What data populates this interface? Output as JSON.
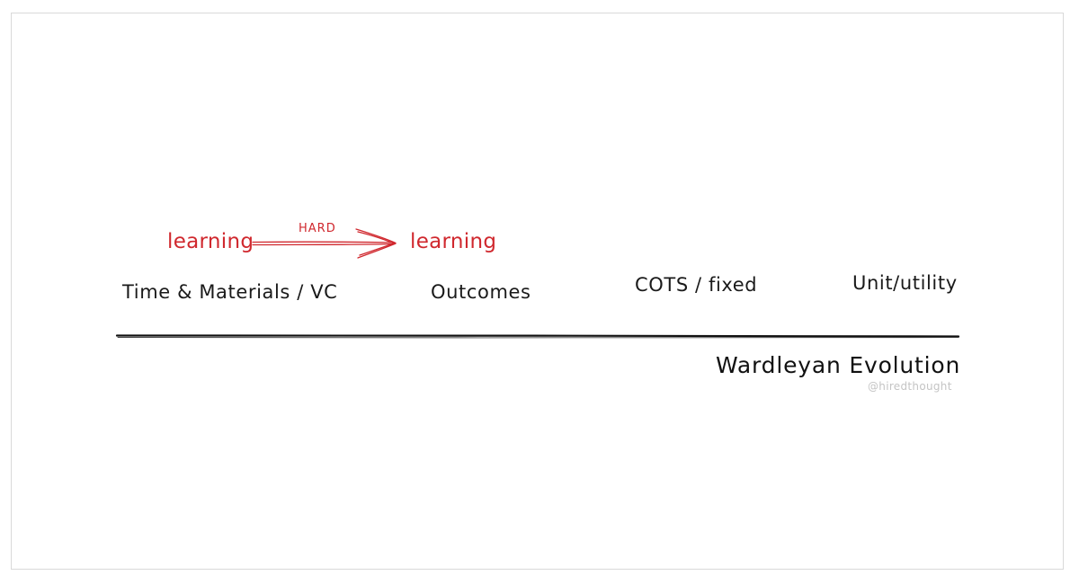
{
  "learning_from": "learning",
  "learning_to": "learning",
  "arrow_label": "HARD",
  "stages": [
    "Time & Materials / VC",
    "Outcomes",
    "COTS / fixed",
    "Unit/utility"
  ],
  "axis_title": "Wardleyan Evolution",
  "credit": "@hiredthought",
  "colors": {
    "accent_red": "#d0282e",
    "ink": "#1a1a1a",
    "credit_gray": "#c4c4c4"
  }
}
